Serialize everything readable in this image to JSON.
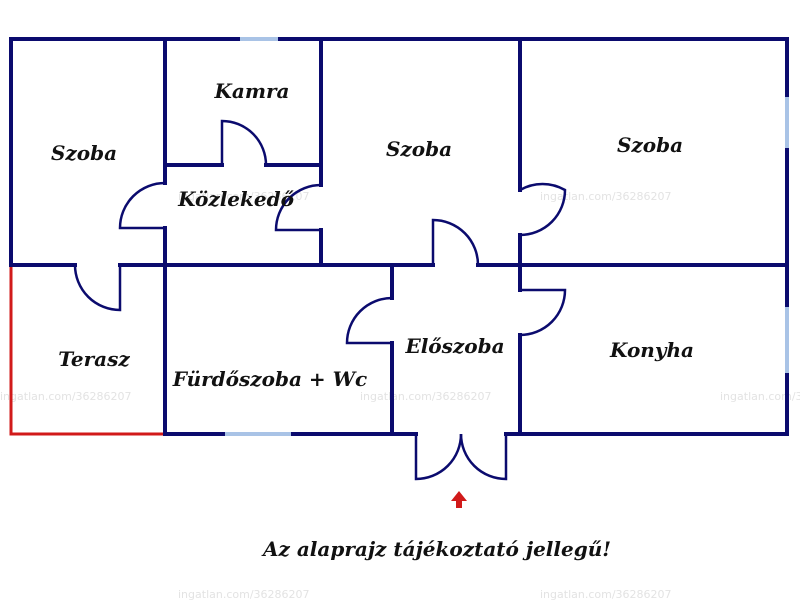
{
  "rooms": [
    {
      "name": "Kamra"
    },
    {
      "name": "Szoba"
    },
    {
      "name": "Szoba"
    },
    {
      "name": "Szoba"
    },
    {
      "name": "Közlekedő"
    },
    {
      "name": "Terasz"
    },
    {
      "name": "Fürdőszoba + Wc"
    },
    {
      "name": "Előszoba"
    },
    {
      "name": "Konyha"
    }
  ],
  "note": "Az alaprajz tájékoztató jellegű!",
  "watermark": "ingatlan.com/36286207",
  "colors": {
    "wall": "#0b0b6e",
    "window": "#a9c3e6",
    "terrace": "#d11a1a",
    "entrance_arrow": "#d11a1a"
  },
  "icons": {
    "entrance_arrow": "up-arrow-icon"
  }
}
